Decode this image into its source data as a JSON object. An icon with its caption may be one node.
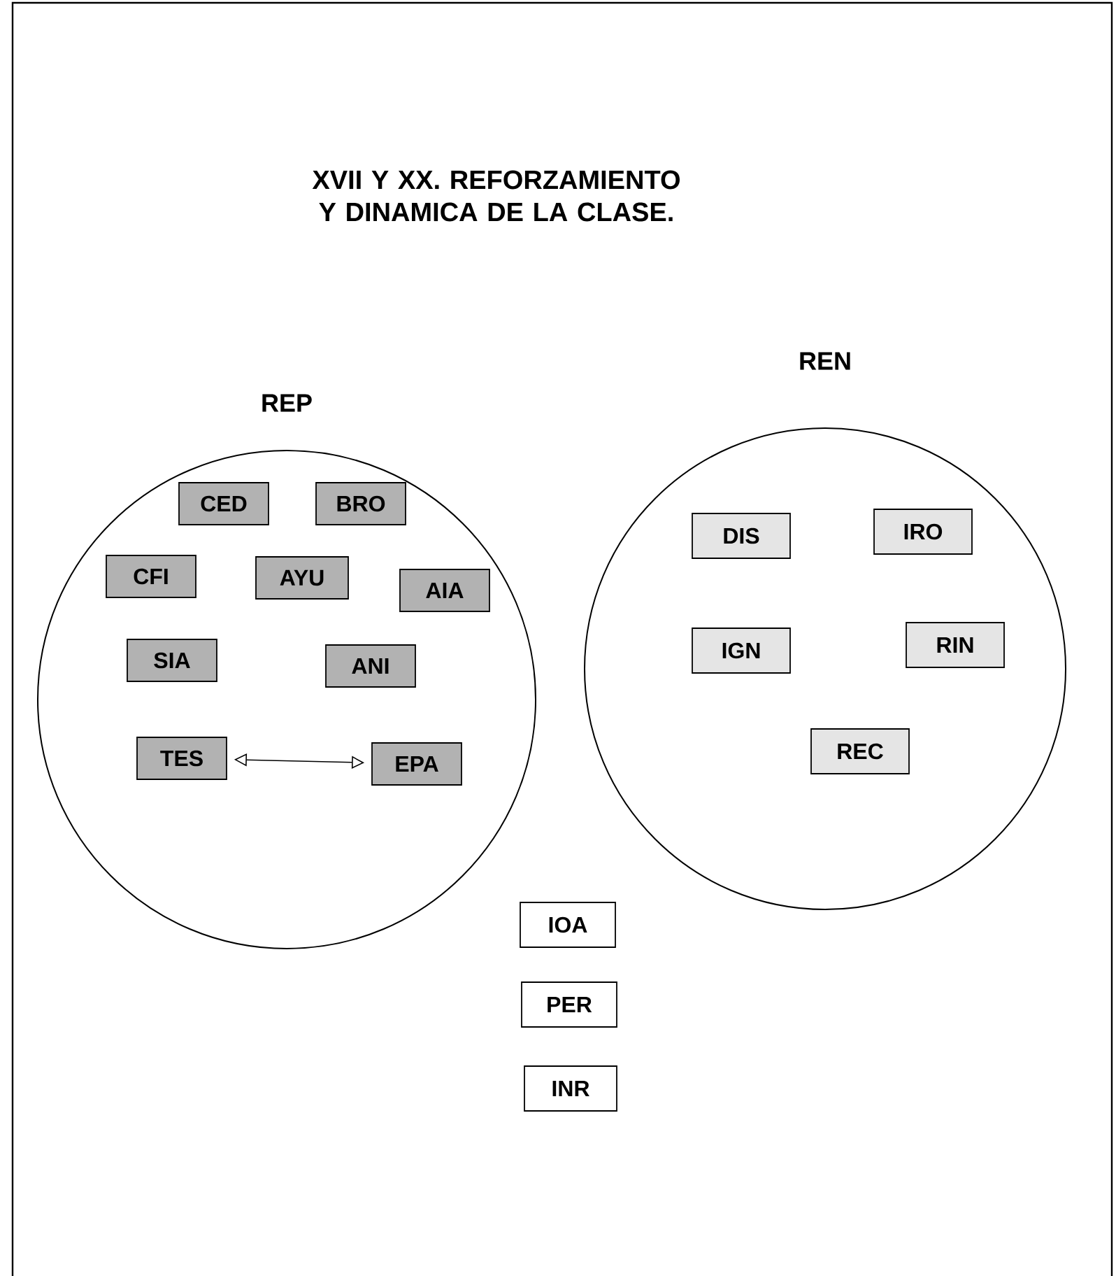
{
  "diagram": {
    "title": "XVII Y XX. REFORZAMIENTO Y DINAMICA DE LA CLASE.",
    "nodes": [
      {
        "text": [
          "REP"
        ]
      },
      {
        "text": [
          "CED"
        ],
        "in": 0
      },
      {
        "text": [
          "BRO"
        ],
        "in": 0
      },
      {
        "text": [
          "CFI"
        ],
        "in": 0
      },
      {
        "text": [
          "AYU"
        ],
        "in": 0
      },
      {
        "text": [
          "AIA"
        ],
        "in": 0
      },
      {
        "text": [
          "SIA"
        ],
        "in": 0
      },
      {
        "text": [
          "ANI"
        ],
        "in": 0
      },
      {
        "text": [
          "TES"
        ],
        "in": 0
      },
      {
        "text": [
          "EPA"
        ],
        "in": 0
      },
      {
        "text": [
          "REN"
        ]
      },
      {
        "text": [
          "DIS"
        ],
        "in": 10
      },
      {
        "text": [
          "IRO"
        ],
        "in": 10
      },
      {
        "text": [
          "IGN"
        ],
        "in": 10
      },
      {
        "text": [
          "RIN"
        ],
        "in": 10
      },
      {
        "text": [
          "REC"
        ],
        "in": 10
      },
      {
        "text": [
          "IOA"
        ]
      },
      {
        "text": [
          "PER"
        ]
      },
      {
        "text": [
          "INR"
        ]
      }
    ],
    "edges": [
      {
        "from": 8,
        "to": 9,
        "arrow": "both"
      }
    ]
  }
}
